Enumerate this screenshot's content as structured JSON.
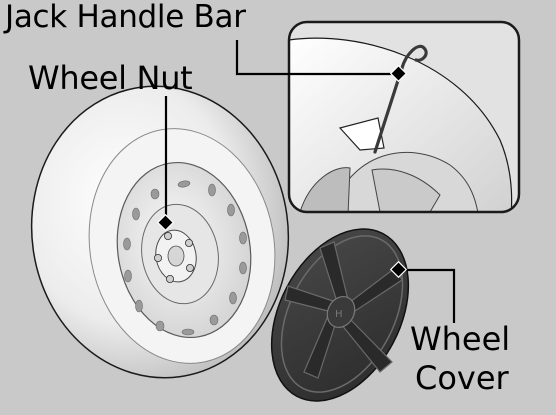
{
  "labels": {
    "jack_handle_bar": "Jack Handle Bar",
    "wheel_nut": "Wheel Nut",
    "wheel_cover_line1": "Wheel",
    "wheel_cover_line2": "Cover"
  },
  "colors": {
    "background": "#c9c9c9",
    "outline": "#1a1a1a",
    "tire_light": "#f2f2f2",
    "tire_shadow": "#b5b5b5",
    "cover_dark": "#3c3c3c",
    "inset_bg": "#e0e0e0"
  }
}
